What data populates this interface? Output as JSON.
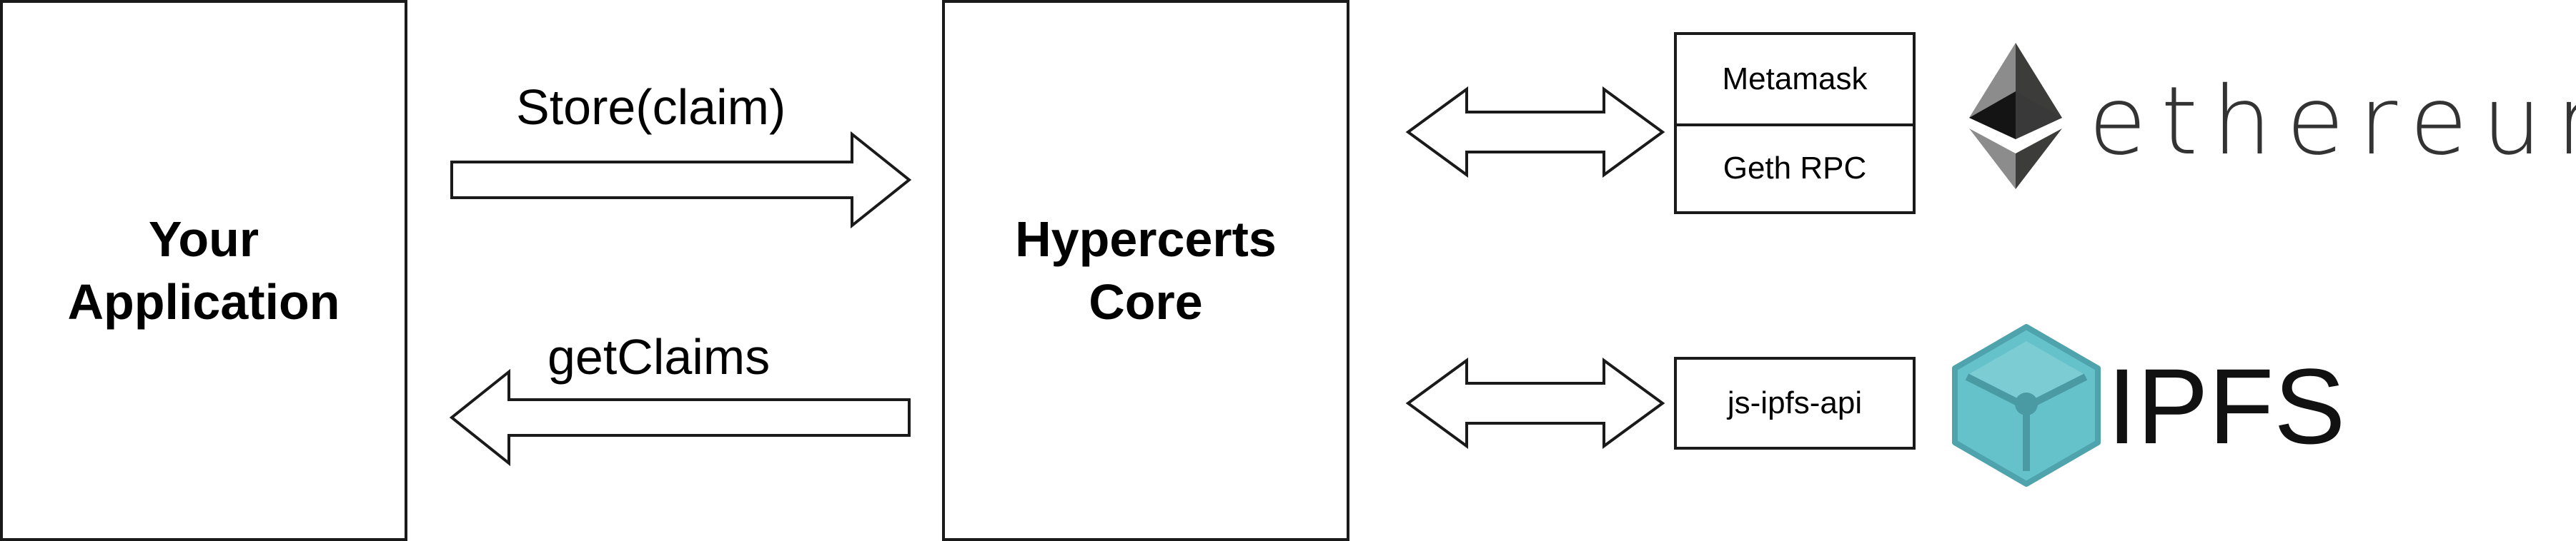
{
  "nodes": {
    "your_application": "Your\nApplication",
    "hypercerts_core": "Hypercerts\nCore"
  },
  "edges": {
    "store": "Store(claim)",
    "get": "getClaims"
  },
  "ethereum_providers": [
    "Metamask",
    "Geth RPC"
  ],
  "ipfs_provider": "js-ipfs-api",
  "logos": {
    "ethereum": "ethereum",
    "ipfs": "IPFS"
  },
  "colors": {
    "stroke": "#1a1a1a",
    "ipfs_cube": "#65c2cb",
    "eth_dark": "#343434"
  }
}
